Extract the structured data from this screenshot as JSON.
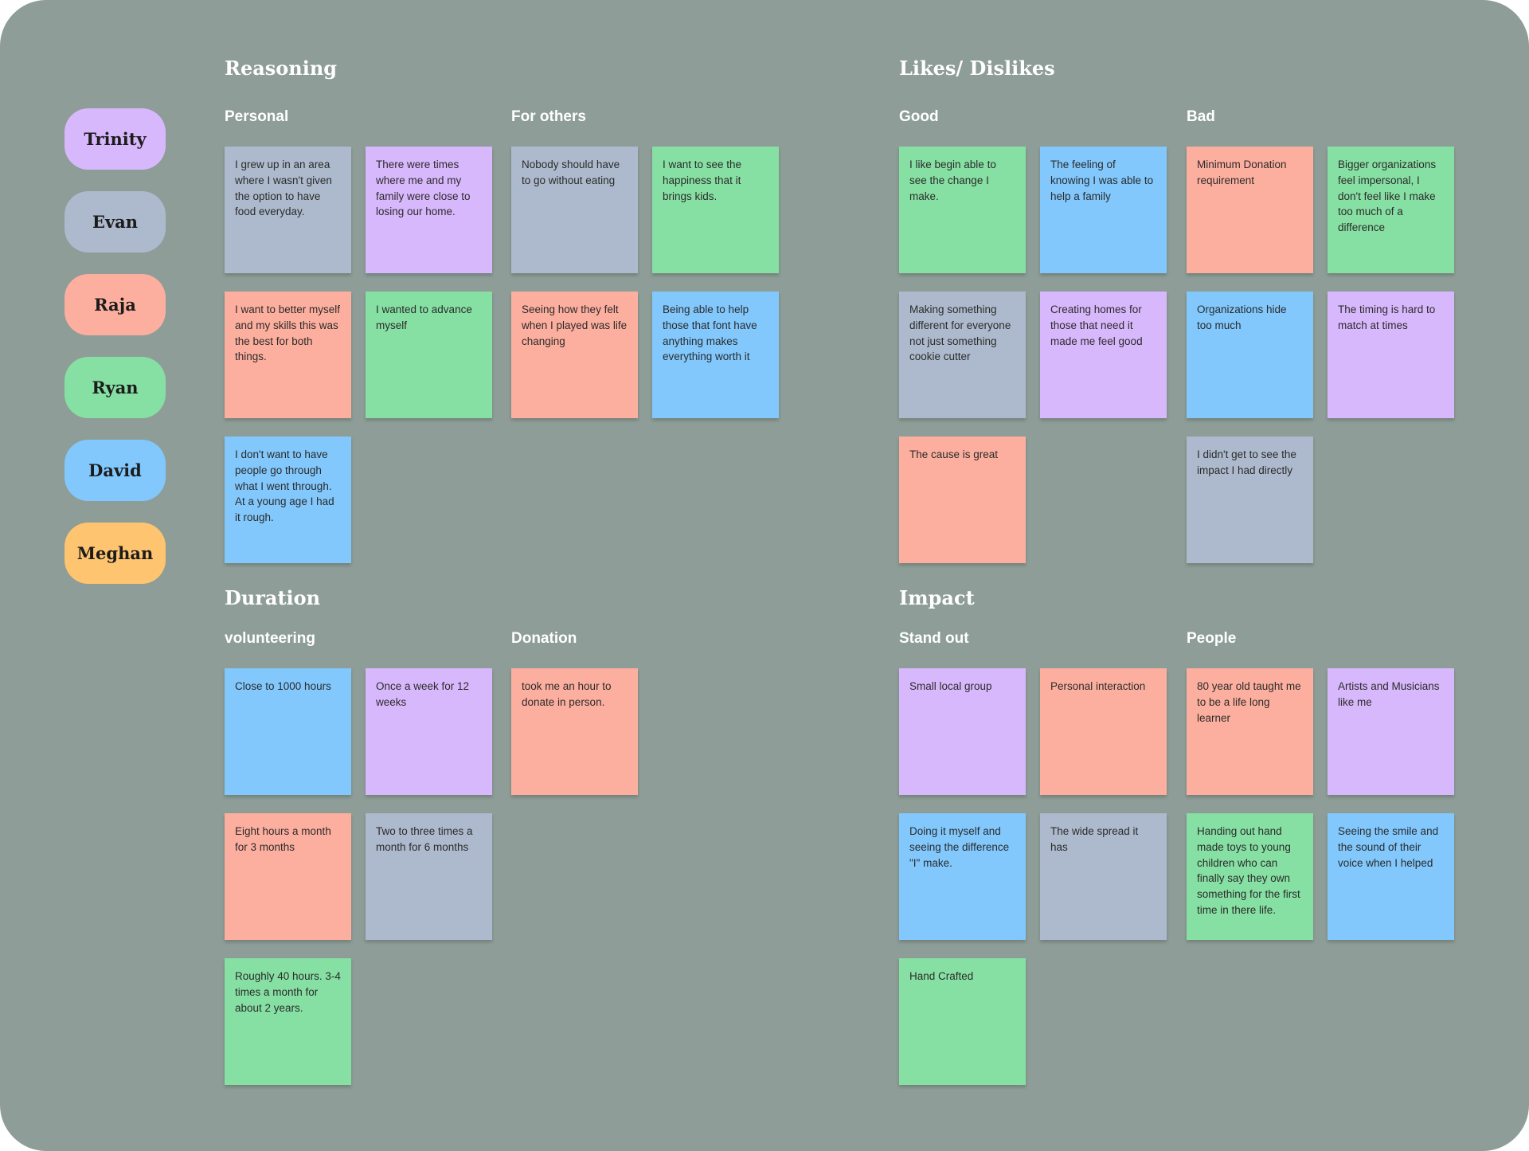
{
  "colors": {
    "board_bg": "#8e9d97",
    "purple": "#d8b8fc",
    "slate": "#adbacd",
    "salmon": "#fdaf9f",
    "green": "#87e0a3",
    "blue": "#82c8fd",
    "orange": "#fec46f"
  },
  "legend": [
    {
      "name": "Trinity",
      "color": "purple"
    },
    {
      "name": "Evan",
      "color": "slate"
    },
    {
      "name": "Raja",
      "color": "salmon"
    },
    {
      "name": "Ryan",
      "color": "green"
    },
    {
      "name": "David",
      "color": "blue"
    },
    {
      "name": "Meghan",
      "color": "orange"
    }
  ],
  "sections": [
    {
      "id": "reasoning",
      "title": "Reasoning",
      "groups": [
        {
          "label": "Personal",
          "notes": [
            {
              "text": "I grew up in an area where I wasn't given the option to have food everyday.",
              "color": "slate"
            },
            {
              "text": "There were times where me and my family were close to losing our home.",
              "color": "purple"
            },
            {
              "text": "I want to better myself and my skills this was the best for both things.",
              "color": "salmon"
            },
            {
              "text": "I wanted to advance myself",
              "color": "green"
            },
            {
              "text": "I don't want to have people go through what I went through. At a young age I had it rough.",
              "color": "blue"
            }
          ]
        },
        {
          "label": "For others",
          "notes": [
            {
              "text": "Nobody should have to go without eating",
              "color": "slate"
            },
            {
              "text": "I want to see the happiness that it brings kids.",
              "color": "green"
            },
            {
              "text": "Seeing how they felt when I played was life changing",
              "color": "salmon"
            },
            {
              "text": "Being able to help those that font have anything makes everything worth it",
              "color": "blue"
            }
          ]
        }
      ]
    },
    {
      "id": "likes-dislikes",
      "title": "Likes/ Dislikes",
      "groups": [
        {
          "label": "Good",
          "notes": [
            {
              "text": "I like begin able to see the change I make.",
              "color": "green"
            },
            {
              "text": "The feeling of knowing I was able to help a family",
              "color": "blue"
            },
            {
              "text": "Making something different for everyone not just something cookie cutter",
              "color": "slate"
            },
            {
              "text": "Creating homes for those that need it made me feel good",
              "color": "purple"
            },
            {
              "text": "The cause is great",
              "color": "salmon"
            }
          ]
        },
        {
          "label": "Bad",
          "notes": [
            {
              "text": "Minimum Donation requirement",
              "color": "salmon"
            },
            {
              "text": "Bigger organizations feel impersonal, I don't feel like I make too much of a difference",
              "color": "green"
            },
            {
              "text": "Organizations hide too much",
              "color": "blue"
            },
            {
              "text": "The timing is hard to match at times",
              "color": "purple"
            },
            {
              "text": "I didn't get to see the impact I had directly",
              "color": "slate"
            }
          ]
        }
      ]
    },
    {
      "id": "duration",
      "title": "Duration",
      "groups": [
        {
          "label": "volunteering",
          "notes": [
            {
              "text": "Close to 1000 hours",
              "color": "blue"
            },
            {
              "text": "Once a week for 12 weeks",
              "color": "purple"
            },
            {
              "text": "Eight hours a month for 3 months",
              "color": "salmon"
            },
            {
              "text": "Two to three times a month for 6 months",
              "color": "slate"
            },
            {
              "text": "Roughly 40 hours. 3-4 times a month for about 2 years.",
              "color": "green"
            }
          ]
        },
        {
          "label": "Donation",
          "notes": [
            {
              "text": "took me an hour to donate in person.",
              "color": "salmon"
            }
          ]
        }
      ]
    },
    {
      "id": "impact",
      "title": "Impact",
      "groups": [
        {
          "label": "Stand out",
          "notes": [
            {
              "text": "Small local group",
              "color": "purple"
            },
            {
              "text": "Personal interaction",
              "color": "salmon"
            },
            {
              "text": "Doing it myself and seeing the difference \"I\" make.",
              "color": "blue"
            },
            {
              "text": "The wide spread it has",
              "color": "slate"
            },
            {
              "text": "Hand Crafted",
              "color": "green"
            }
          ]
        },
        {
          "label": "People",
          "notes": [
            {
              "text": "80 year old taught me to be a life long learner",
              "color": "salmon"
            },
            {
              "text": "Artists and Musicians like me",
              "color": "purple"
            },
            {
              "text": "Handing out hand made toys to young children who can finally say they own something for the first time in there life.",
              "color": "green"
            },
            {
              "text": "Seeing the smile and the sound of their voice when I helped",
              "color": "blue"
            }
          ]
        }
      ]
    }
  ]
}
